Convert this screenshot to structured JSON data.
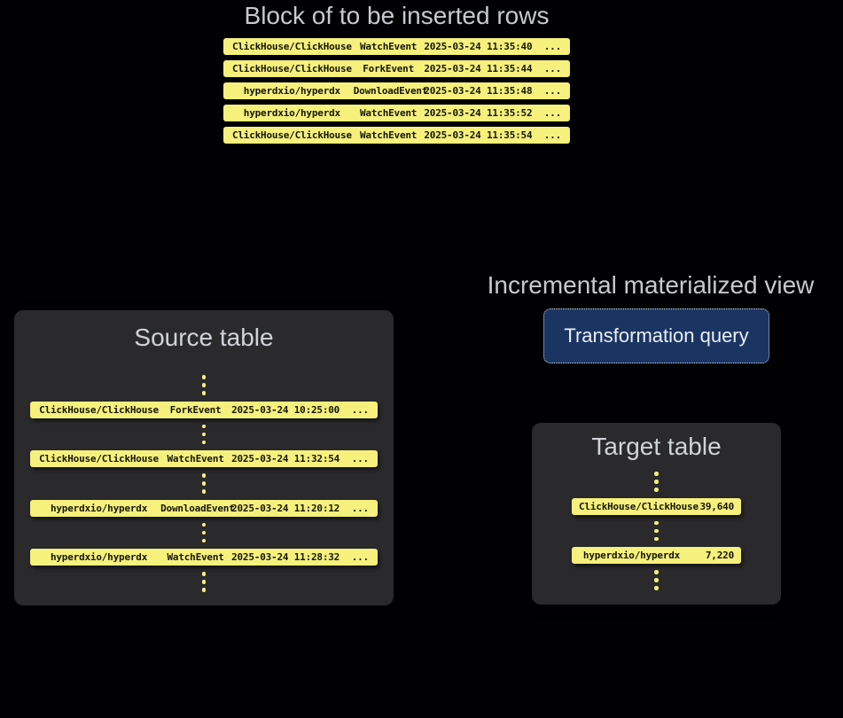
{
  "colors": {
    "background": "#010103",
    "row_yellow": "#f6f07c",
    "panel_gray": "#2a2a2c",
    "query_blue": "#1b3563",
    "title_gray": "#c6c9ce"
  },
  "insert_block": {
    "title": "Block of to be inserted rows",
    "rows": [
      {
        "repo": "ClickHouse/ClickHouse",
        "event": "WatchEvent",
        "timestamp": "2025-03-24 11:35:40",
        "more": "..."
      },
      {
        "repo": "ClickHouse/ClickHouse",
        "event": "ForkEvent",
        "timestamp": "2025-03-24 11:35:44",
        "more": "..."
      },
      {
        "repo": "hyperdxio/hyperdx",
        "event": "DownloadEvent",
        "timestamp": "2025-03-24 11:35:48",
        "more": "..."
      },
      {
        "repo": "hyperdxio/hyperdx",
        "event": "WatchEvent",
        "timestamp": "2025-03-24 11:35:52",
        "more": "..."
      },
      {
        "repo": "ClickHouse/ClickHouse",
        "event": "WatchEvent",
        "timestamp": "2025-03-24 11:35:54",
        "more": "..."
      }
    ]
  },
  "materialized_view": {
    "title": "Incremental materialized view",
    "button_label": "Transformation query"
  },
  "source_table": {
    "title": "Source table",
    "rows": [
      {
        "repo": "ClickHouse/ClickHouse",
        "event": "ForkEvent",
        "timestamp": "2025-03-24 10:25:00",
        "more": "..."
      },
      {
        "repo": "ClickHouse/ClickHouse",
        "event": "WatchEvent",
        "timestamp": "2025-03-24 11:32:54",
        "more": "..."
      },
      {
        "repo": "hyperdxio/hyperdx",
        "event": "DownloadEvent",
        "timestamp": "2025-03-24 11:20:12",
        "more": "..."
      },
      {
        "repo": "hyperdxio/hyperdx",
        "event": "WatchEvent",
        "timestamp": "2025-03-24 11:28:32",
        "more": "..."
      }
    ]
  },
  "target_table": {
    "title": "Target table",
    "rows": [
      {
        "repo": "ClickHouse/ClickHouse",
        "count": "39,640"
      },
      {
        "repo": "hyperdxio/hyperdx",
        "count": "7,220"
      }
    ]
  }
}
